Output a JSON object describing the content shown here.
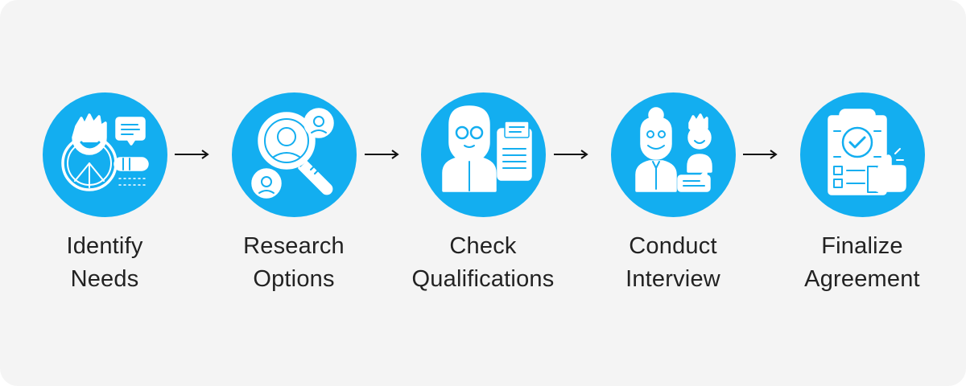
{
  "diagram": {
    "type": "process-flow",
    "accent_color": "#13aef0",
    "steps": [
      {
        "line1": "Identify",
        "line2": "Needs",
        "icon": "person-magnifier-chat-icon"
      },
      {
        "line1": "Research",
        "line2": "Options",
        "icon": "magnifier-people-icon"
      },
      {
        "line1": "Check",
        "line2": "Qualifications",
        "icon": "person-glasses-document-icon"
      },
      {
        "line1": "Conduct",
        "line2": "Interview",
        "icon": "two-people-chat-icon"
      },
      {
        "line1": "Finalize",
        "line2": "Agreement",
        "icon": "clipboard-thumbs-up-icon"
      }
    ],
    "connector": "arrow-right"
  }
}
